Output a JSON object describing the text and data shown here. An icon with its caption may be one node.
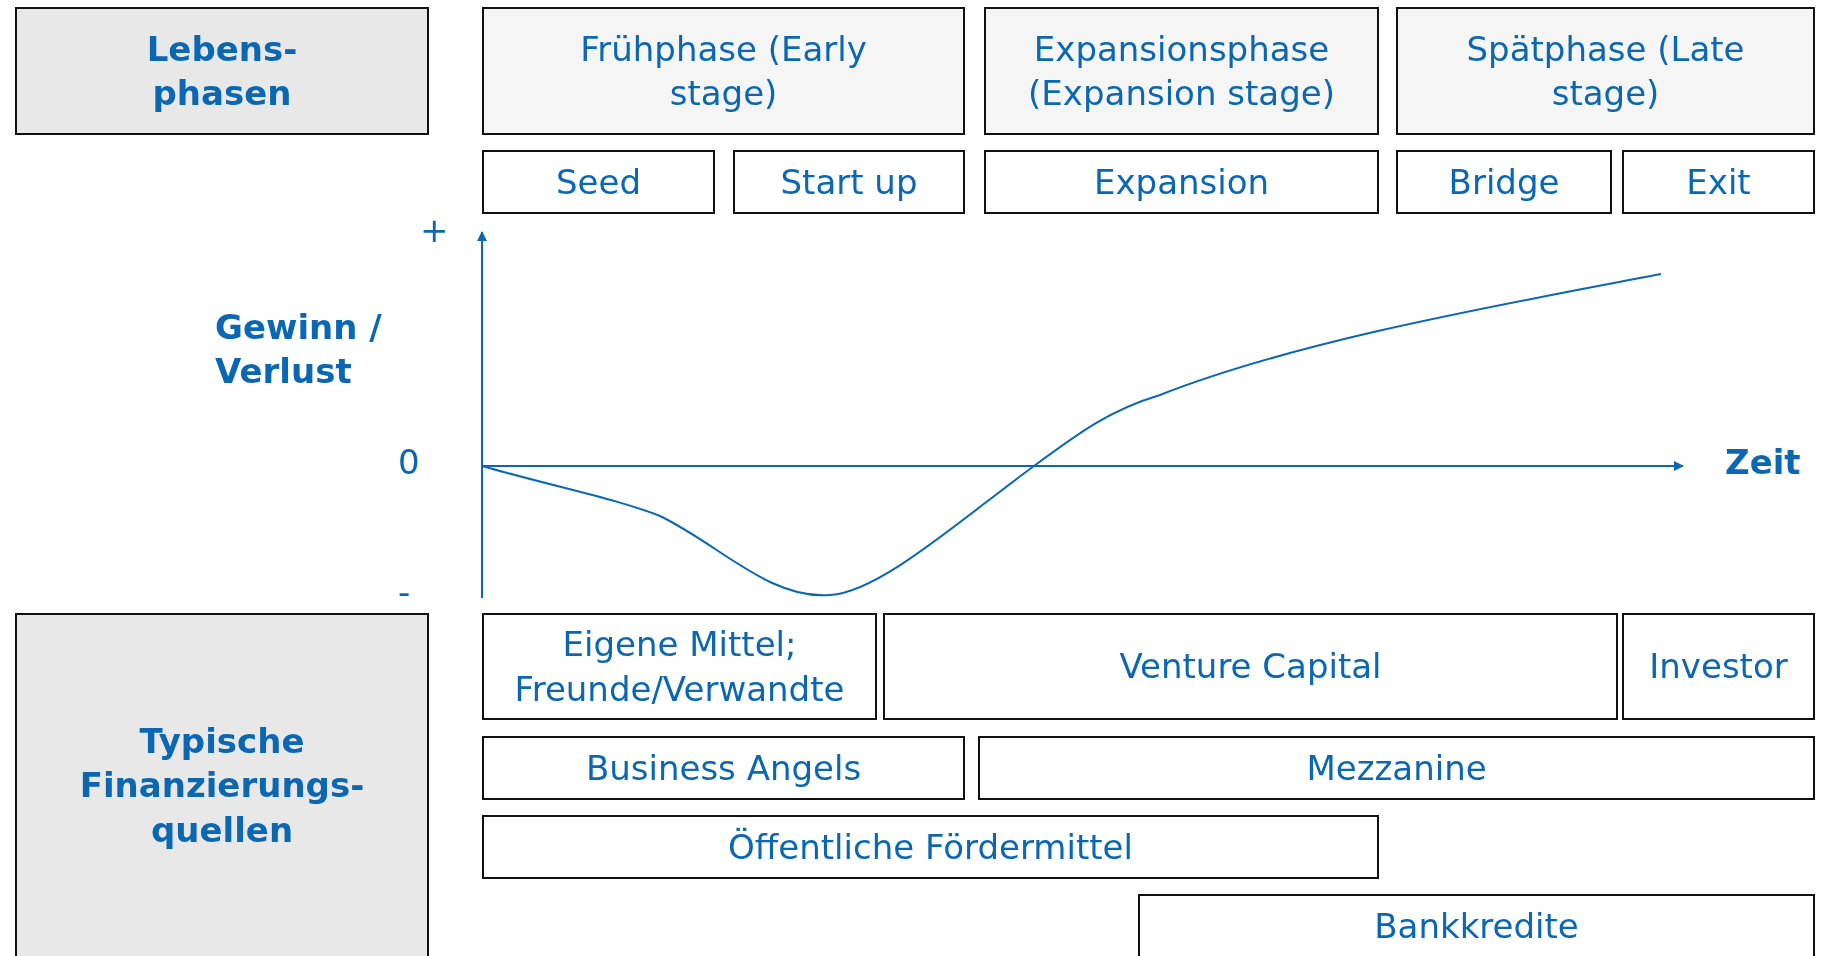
{
  "diagram": {
    "nodes": [
      {
        "text": [
          "Lebens-phasen"
        ]
      },
      {
        "text": [
          "Frühphase (Early stage)"
        ]
      },
      {
        "text": [
          "Expansionsphase (Expansion stage)"
        ]
      },
      {
        "text": [
          "Spätphase (Late stage)"
        ]
      },
      {
        "text": [
          "Seed"
        ]
      },
      {
        "text": [
          "Start up"
        ]
      },
      {
        "text": [
          "Expansion"
        ]
      },
      {
        "text": [
          "Bridge"
        ]
      },
      {
        "text": [
          "Exit"
        ]
      },
      {
        "text": [
          "Typische Finanzierungs-quellen"
        ]
      },
      {
        "text": [
          "Eigene Mittel; Freunde/Verwandte"
        ]
      },
      {
        "text": [
          "Venture Capital"
        ]
      },
      {
        "text": [
          "Investor"
        ]
      },
      {
        "text": [
          "Business Angels"
        ]
      },
      {
        "text": [
          "Mezzanine"
        ]
      },
      {
        "text": [
          "Öffentliche Fördermittel"
        ]
      },
      {
        "text": [
          "Bankkredite"
        ]
      }
    ],
    "edges": [],
    "labels": [
      "+",
      "Gewinn / Verlust",
      "0",
      "Zeit",
      "-"
    ]
  }
}
